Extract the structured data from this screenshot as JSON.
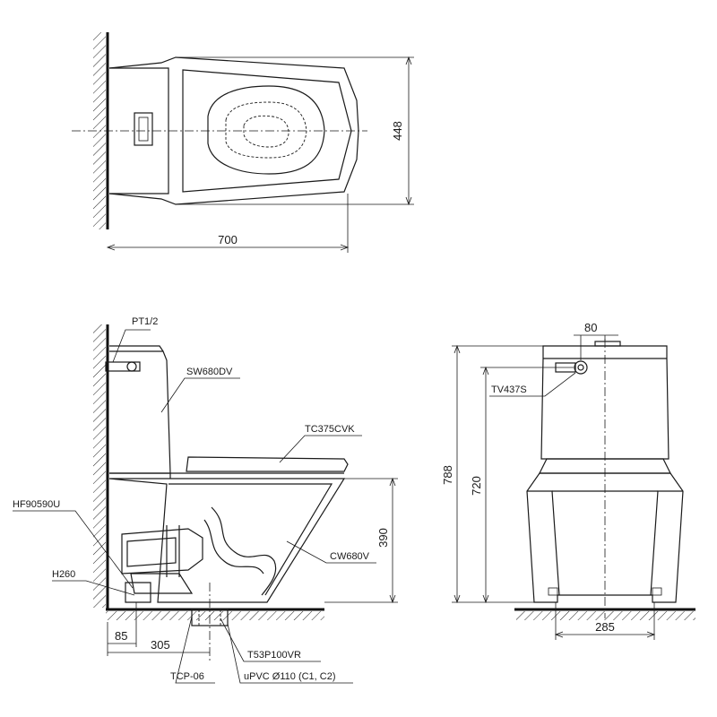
{
  "dimensions": {
    "top_width": "700",
    "top_depth": "448",
    "side_height_bowl": "390",
    "side_wall_offset_85": "85",
    "side_wall_offset_305": "305",
    "front_top_width": "80",
    "front_total_height": "788",
    "front_valve_height": "720",
    "front_base_width": "285"
  },
  "labels": {
    "pt": "PT1/2",
    "tank": "SW680DV",
    "seat": "TC375CVK",
    "hose": "HF90590U",
    "bowl": "CW680V",
    "h260": "H260",
    "flange": "T53P100VR",
    "tcp": "TCP-06",
    "pipe": "uPVC Ø110 (C1, C2)",
    "valve": "TV437S"
  }
}
